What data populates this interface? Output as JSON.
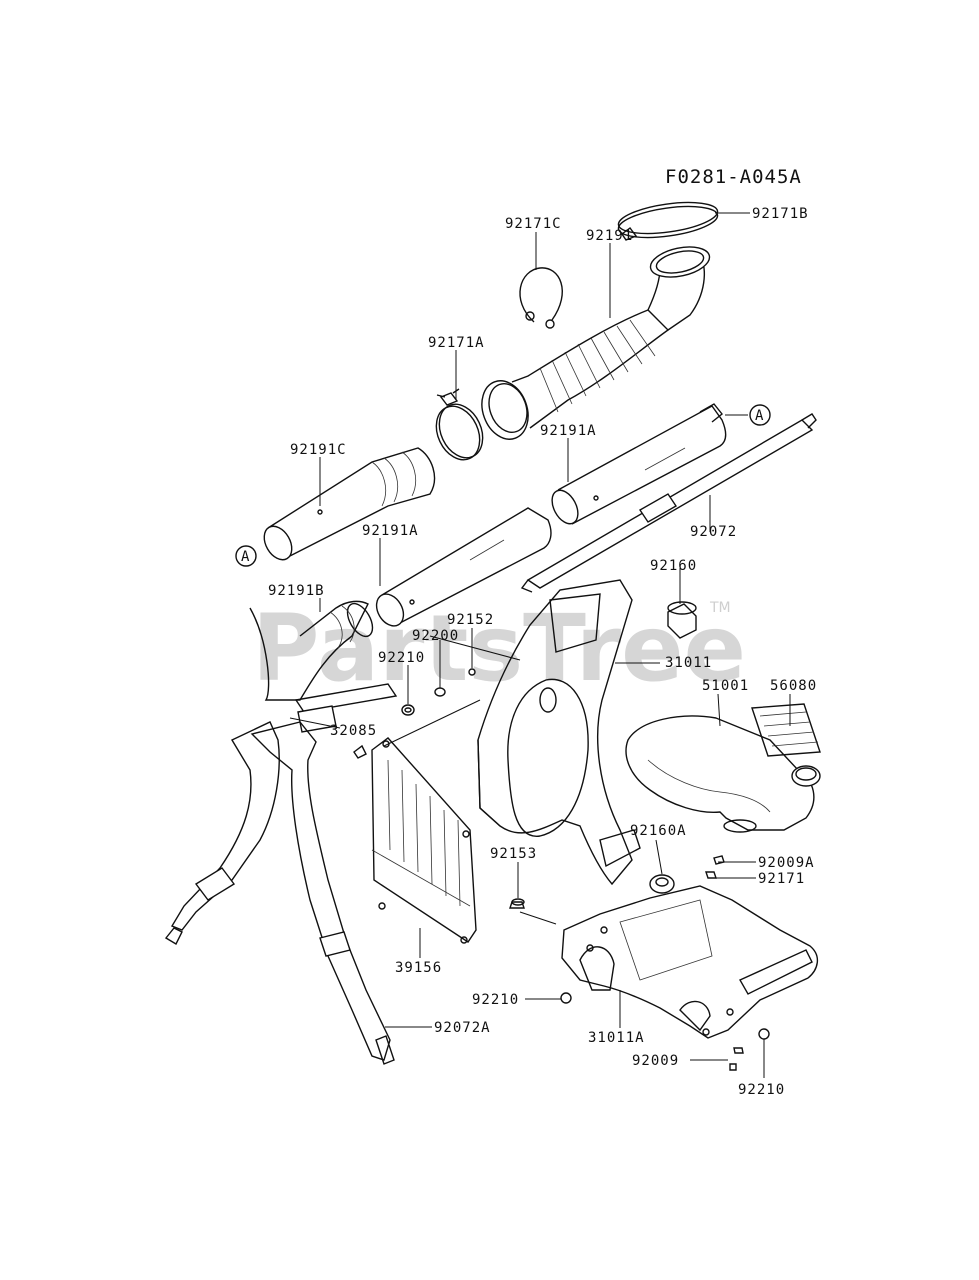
{
  "diagram": {
    "code": "F0281-A045A",
    "watermark": "PartsTree",
    "watermark_mark": "TM",
    "ref_marker": "A",
    "labels": {
      "p92171B": "92171B",
      "p92171C": "92171C",
      "p92191": "92191",
      "p92171A": "92171A",
      "p92191C": "92191C",
      "p92191A_upper": "92191A",
      "p92191A_lower": "92191A",
      "p92072": "92072",
      "p92160": "92160",
      "p92191B": "92191B",
      "p92152": "92152",
      "p92200": "92200",
      "p92210_a": "92210",
      "p31011": "31011",
      "p51001": "51001",
      "p56080": "56080",
      "p32085": "32085",
      "p92160A": "92160A",
      "p92153": "92153",
      "p92009A": "92009A",
      "p92171": "92171",
      "p39156": "39156",
      "p92210_b": "92210",
      "p31011A": "31011A",
      "p92072A": "92072A",
      "p92009": "92009",
      "p92210_c": "92210"
    }
  }
}
